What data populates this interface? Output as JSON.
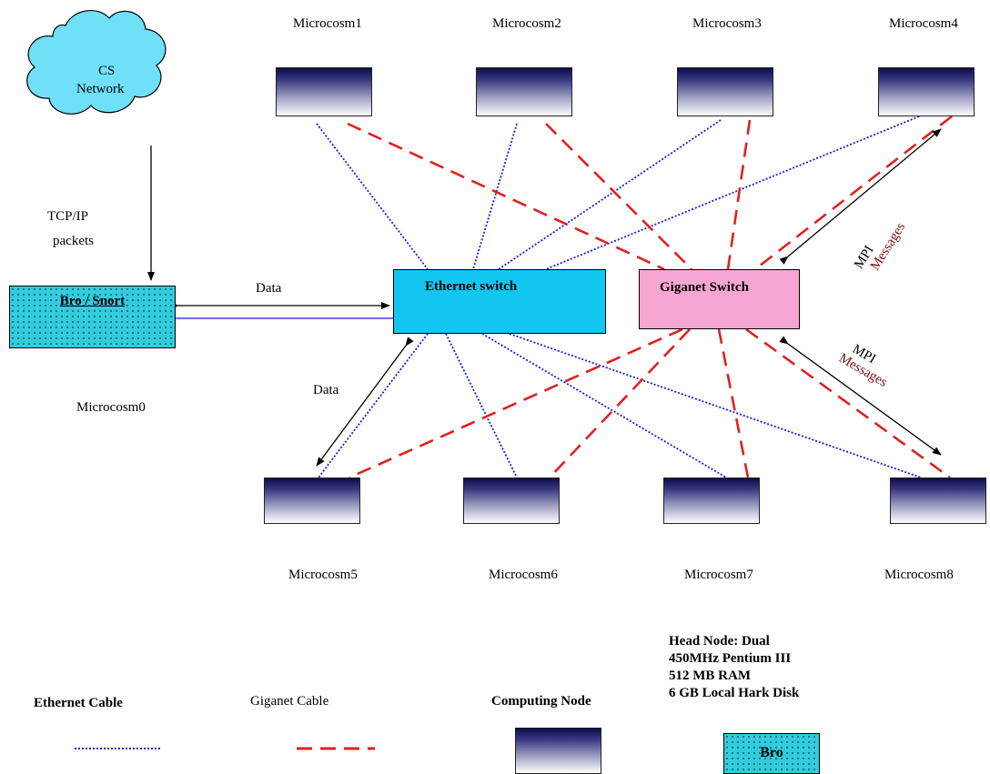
{
  "cloud": {
    "line1": "CS",
    "line2": "Network"
  },
  "tcp_label": {
    "line1": "TCP/IP",
    "line2": "packets"
  },
  "bro_box": {
    "label": "Bro / Snort"
  },
  "microcosm0": "Microcosm0",
  "data_labels": [
    "Data",
    "Data"
  ],
  "ethernet_switch": "Ethernet switch",
  "giganet_switch": "Giganet Switch",
  "mpi_labels": [
    {
      "line1": "MPI",
      "line2": "Messages"
    },
    {
      "line1": "MPI",
      "line2": "Messages"
    }
  ],
  "top_nodes": [
    "Microcosm1",
    "Microcosm2",
    "Microcosm3",
    "Microcosm4"
  ],
  "bottom_nodes": [
    "Microcosm5",
    "Microcosm6",
    "Microcosm7",
    "Microcosm8"
  ],
  "legend": {
    "ethernet_cable": "Ethernet Cable",
    "giganet_cable": "Giganet Cable",
    "computing_node": "Computing Node",
    "head_node_spec": [
      "Head Node: Dual",
      "450MHz Pentium III",
      "512 MB RAM",
      "6 GB Local Hark Disk"
    ],
    "bro": "Bro"
  },
  "colors": {
    "ethernet_cable": "#1a1ae0",
    "giganet_cable": "#e02020",
    "ethernet_switch": "#12c6f2",
    "giganet_switch": "#f6a6d2",
    "bro_box": "#33ccdd",
    "cloud": "#6fe0f8",
    "mpi_messages_text": "#7a1010"
  }
}
